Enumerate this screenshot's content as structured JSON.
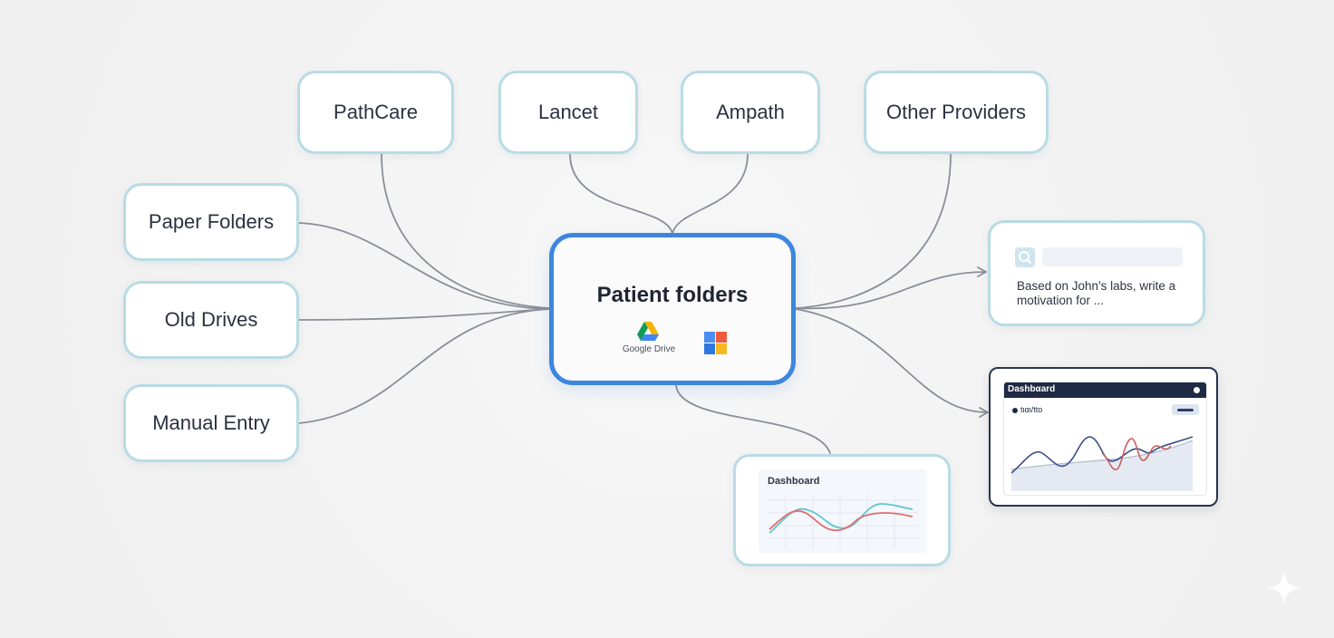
{
  "sources_top": [
    {
      "id": "pathcare",
      "label": "PathCare"
    },
    {
      "id": "lancet",
      "label": "Lancet"
    },
    {
      "id": "ampath",
      "label": "Ampath"
    },
    {
      "id": "other",
      "label": "Other Providers"
    }
  ],
  "sources_left": [
    {
      "id": "paper",
      "label": "Paper Folders"
    },
    {
      "id": "old_drives",
      "label": "Old Drives"
    },
    {
      "id": "manual",
      "label": "Manual Entry"
    }
  ],
  "center": {
    "title": "Patient folders",
    "storage_label": "Google Drive",
    "icons": [
      "google-drive-icon",
      "microsoft-icon"
    ]
  },
  "outputs": {
    "prompt_card": {
      "text": "Based on John's labs, write a motivation for ...",
      "icon": "search-icon"
    },
    "dashboard_dark": {
      "title": "Dashbαard",
      "subtitle": "tιαι/ttο"
    },
    "dashboard_light": {
      "title": "Dashboard"
    }
  },
  "colors": {
    "node_border": "#b9dbe6",
    "center_border": "#3d86de",
    "connector": "#8a8f98",
    "dark_header": "#1f2a44",
    "line_teal": "#5cc7cf",
    "line_red": "#e07070",
    "line_navy": "#3a4f86"
  },
  "footer_icon": "sparkle-icon"
}
